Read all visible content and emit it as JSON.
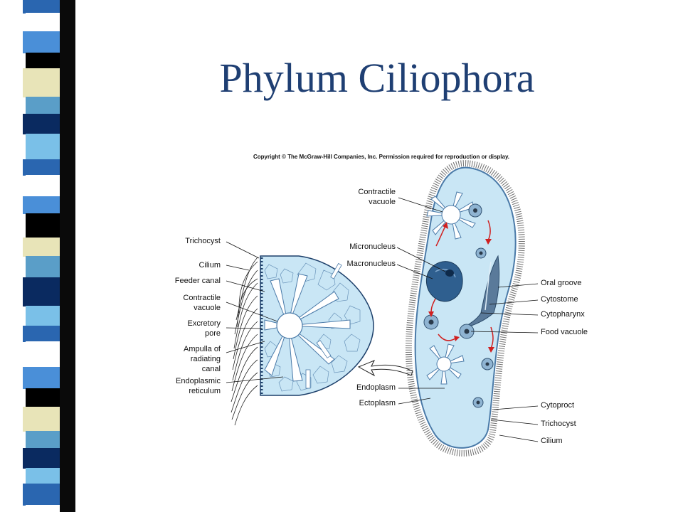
{
  "slide": {
    "title": "Phylum Ciliophora",
    "copyright": "Copyright © The McGraw-Hill Companies, Inc. Permission required for reproduction or display."
  },
  "left_labels": {
    "trichocyst": "Trichocyst",
    "cilium": "Cilium",
    "feeder_canal": "Feeder canal",
    "contractile_vacuole_1": "Contractile",
    "contractile_vacuole_2": "vacuole",
    "excretory_pore_1": "Excretory",
    "excretory_pore_2": "pore",
    "ampulla_1": "Ampulla of",
    "ampulla_2": "radiating",
    "ampulla_3": "canal",
    "er_1": "Endoplasmic",
    "er_2": "reticulum"
  },
  "mid_labels": {
    "contractile_vacuole_1": "Contractile",
    "contractile_vacuole_2": "vacuole",
    "micronucleus": "Micronucleus",
    "macronucleus": "Macronucleus",
    "endoplasm": "Endoplasm",
    "ectoplasm": "Ectoplasm"
  },
  "right_labels": {
    "oral_groove": "Oral groove",
    "cytostome": "Cytostome",
    "cytopharynx": "Cytopharynx",
    "food_vacuole": "Food vacuole",
    "cytoproct": "Cytoproct",
    "trichocyst": "Trichocyst",
    "cilium": "Cilium"
  },
  "colors": {
    "title": "#1f3f73",
    "cell_fill": "#c9e6f5",
    "nucleus": "#2f5f8f",
    "arrow": "#d02020",
    "stripe": [
      "#2a66b0",
      "#ffffff",
      "#4a8fd8",
      "#000000",
      "#e8e4b8",
      "#5a9ec8",
      "#0a2a60",
      "#7ac0e8"
    ]
  }
}
